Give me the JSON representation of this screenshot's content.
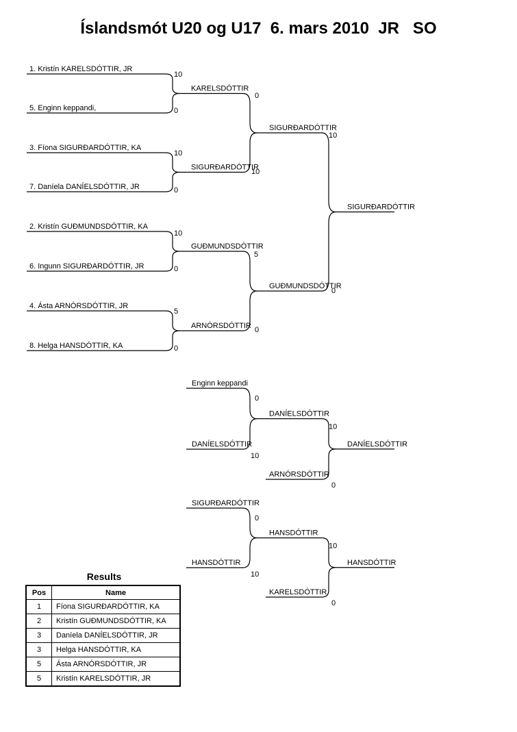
{
  "title": "Íslandsmót U20 og U17  6. mars 2010  JR   SO",
  "main_bracket": {
    "entries": [
      {
        "label": "1. Kristín KARELSDÓTTIR, JR",
        "score": "10"
      },
      {
        "label": "5.   Enginn keppandi,",
        "score": "0"
      },
      {
        "label": "3. Fíona SIGURÐARDÓTTIR, KA",
        "score": "10"
      },
      {
        "label": "7. Daníela DANÍELSDÓTTIR, JR",
        "score": "0"
      },
      {
        "label": "2. Kristín GUÐMUNDSDÓTTIR, KA",
        "score": "10"
      },
      {
        "label": "6. Ingunn SIGURÐARDÓTTIR, JR",
        "score": "0"
      },
      {
        "label": "4. Ásta ARNÓRSDÓTTIR, JR",
        "score": "5"
      },
      {
        "label": "8. Helga HANSDÓTTIR, KA",
        "score": "0"
      }
    ],
    "round2": [
      {
        "label": "KARELSDÓTTIR",
        "score": "0"
      },
      {
        "label": "SIGURÐARDÓTTIR",
        "score": "10"
      },
      {
        "label": "GUÐMUNDSDÓTTIR",
        "score": "5"
      },
      {
        "label": "ARNÓRSDÓTTIR",
        "score": "0"
      }
    ],
    "round3": [
      {
        "label": "SIGURÐARDÓTTIR",
        "score": "10"
      },
      {
        "label": "GUÐMUNDSDÓTTIR",
        "score": "0"
      }
    ],
    "winner": "SIGURÐARDÓTTIR"
  },
  "repechage_1": {
    "first": [
      {
        "label": "Enginn keppandi",
        "score": "0"
      },
      {
        "label": "DANÍELSDÓTTIR",
        "score": "10"
      }
    ],
    "second": [
      {
        "label": "DANÍELSDÓTTIR",
        "score": "10"
      },
      {
        "label": "ARNÓRSDÓTTIR",
        "score": "0"
      }
    ],
    "winner": "DANÍELSDÓTTIR"
  },
  "repechage_2": {
    "first": [
      {
        "label": "SIGURÐARDÓTTIR",
        "score": "0"
      },
      {
        "label": "HANSDÓTTIR",
        "score": "10"
      }
    ],
    "second": [
      {
        "label": "HANSDÓTTIR",
        "score": "10"
      },
      {
        "label": "KARELSDÓTTIR",
        "score": "0"
      }
    ],
    "winner": "HANSDÓTTIR"
  },
  "results": {
    "title": "Results",
    "headers": {
      "pos": "Pos",
      "name": "Name"
    },
    "rows": [
      {
        "pos": "1",
        "name": "Fíona SIGURÐARDÓTTIR, KA"
      },
      {
        "pos": "2",
        "name": "Kristín GUÐMUNDSDÓTTIR, KA"
      },
      {
        "pos": "3",
        "name": "Daníela DANÍELSDÓTTIR, JR"
      },
      {
        "pos": "3",
        "name": "Helga HANSDÓTTIR, KA"
      },
      {
        "pos": "5",
        "name": "Ásta ARNÓRSDÓTTIR, JR"
      },
      {
        "pos": "5",
        "name": "Kristín KARELSDÓTTIR, JR"
      }
    ]
  }
}
